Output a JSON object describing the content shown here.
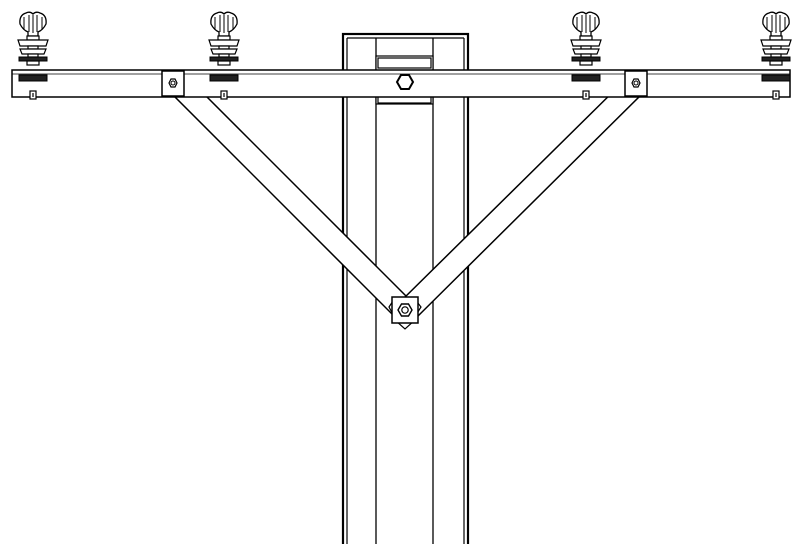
{
  "diagram": {
    "subject": "utility-pole-crossarm",
    "line_color": "#000000",
    "background_color": "#ffffff",
    "insulator_count": 4,
    "brace_count": 2
  }
}
